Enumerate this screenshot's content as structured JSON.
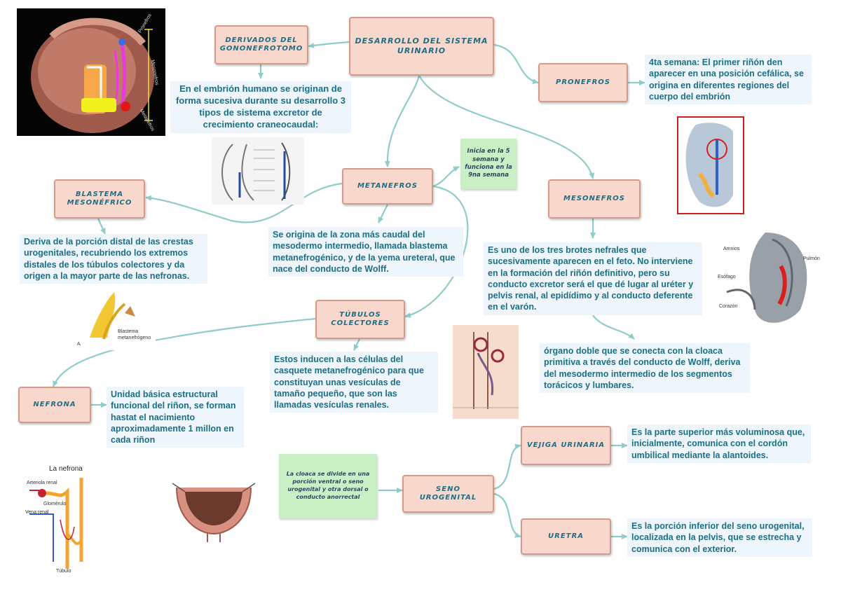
{
  "nodes": {
    "root": "DESARROLLO DEL SISTEMA URINARIO",
    "derivados": "DERIVADOS DEL GONONEFROTOMO",
    "pronefros": "PRONEFROS",
    "metanefros": "METANEFROS",
    "mesonefros": "MESONEFROS",
    "blastema": "BLASTEMA MESONÉFRICO",
    "tubulos": "TÚBULOS COLECTORES",
    "nefrona": "NEFRONA",
    "seno": "SENO UROGENITAL",
    "vejiga": "VEJIGA URINARIA",
    "uretra": "URETRA"
  },
  "notes": {
    "derivados": "En el embrión humano se originan de forma sucesiva durante su desarrollo 3 tipos de sistema excretor de crecimiento craneocaudal:",
    "pronefros": "4ta semana: El primer riñón den aparecer en una posición cefálica, se origina en diferentes regiones del cuerpo del embrión",
    "metanefros": "Se origina de la zona más caudal del mesodermo intermedio, llamada blastema metanefrogénico, y de la yema ureteral, que nace del conducto de Wolff.",
    "blastema": "Deriva  de la porción distal de las crestas urogenitales, recubriendo los extremos distales de los túbulos colectores y da origen a la mayor parte de las nefronas.",
    "mesonefros_1": "Es uno de los tres brotes nefrales que sucesivamente aparecen en el feto. No interviene en la formación del riñón definitivo, pero su conducto excretor será el que dé lugar al uréter y pelvis renal, al epidídimo y al conducto deferente en el varón.",
    "mesonefros_2": "órgano doble que se conecta con la cloaca primitiva a través del conducto de Wolff, deriva del mesodermo intermedio de los segmentos torácicos y lumbares.",
    "tubulos": "Estos inducen a las células del casquete metanefrogénico para que constituyan unas vesículas de tamaño pequeño, que son las llamadas vesículas renales.",
    "nefrona": "Unidad básica estructural funcional del riñon, se forman hastat el nacimiento aproximadamente 1 millon en cada riñon",
    "vejiga": "Es la parte superior más voluminosa que, inicialmente, comunica con el cordón umbilical mediante la alantoides.",
    "uretra": "Es la porción inferior del seno urogenital, localizada en la pelvis, que se estrecha y comunica con el exterior."
  },
  "stickies": {
    "metanefros": "Inicia en la 5 semana y funciona en la 9na semana",
    "seno": "La cloaca se divide en una porción ventral o seno urogenital y otra dorsal o conducto anorrectal"
  },
  "images": {
    "embryo_labels": [
      "Pronefros",
      "Mesonefros",
      "Metanefros"
    ],
    "mesonefros_labels": [
      "Amnios",
      "Pulmón",
      "Esófago",
      "Corazón"
    ],
    "blastema_labels": [
      "Blastema",
      "metanefrógeno",
      "A"
    ],
    "nefrona_title": "La nefrona",
    "nefrona_labels": [
      "Arteriola renal",
      "Glomérulo",
      "Vena renal",
      "Túbulo"
    ]
  },
  "colors": {
    "node_fill": "#f8d8cc",
    "node_border": "#d49a88",
    "connector": "#8fcdc8",
    "text": "#1c6f85",
    "note_bg": "#eef6fc",
    "sticky": "#c8f0c4"
  }
}
